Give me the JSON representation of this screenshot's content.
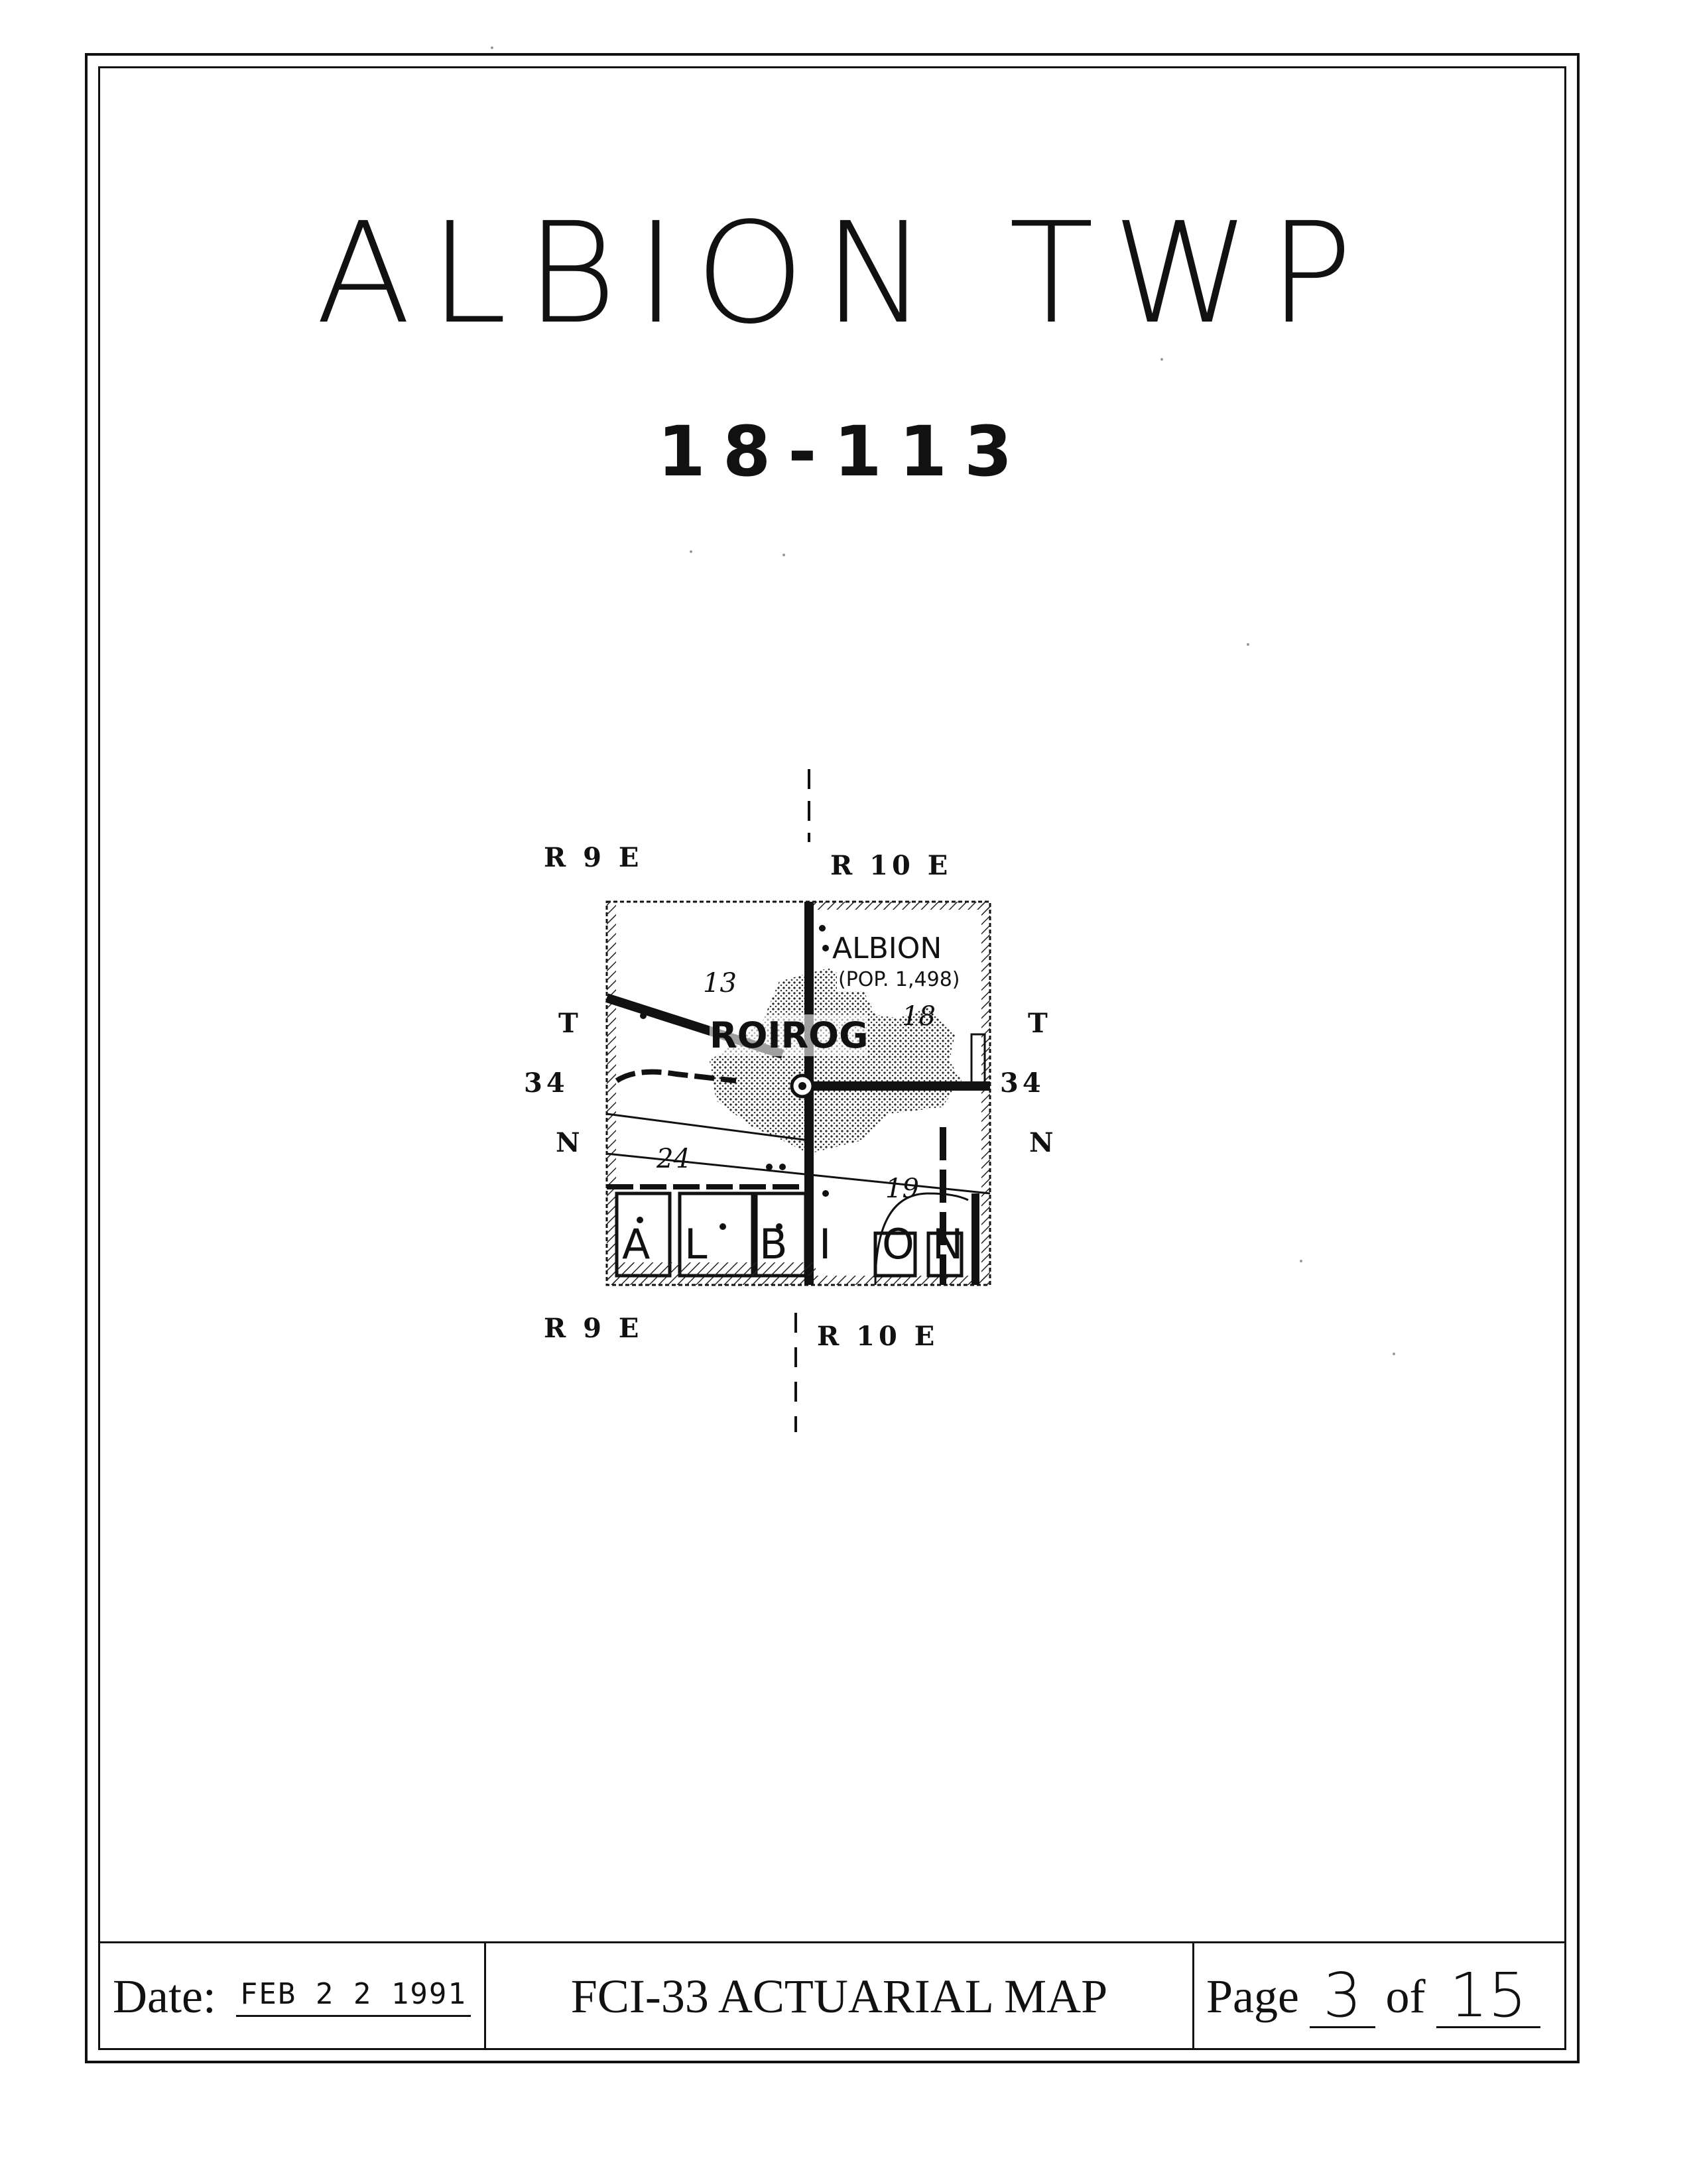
{
  "header": {
    "title": "ALBION TWP",
    "code": "18-113"
  },
  "map": {
    "range_west": "R 9 E",
    "range_east": "R 10 E",
    "township_t": "T",
    "township_num": "34",
    "township_n": "N",
    "place_name": "ALBION",
    "population": "(POP. 1,498)",
    "section_labels": [
      "13",
      "18",
      "24",
      "19"
    ],
    "overlay_text": "ROIROG",
    "town_letters": [
      "A",
      "L",
      "B",
      "I",
      "O",
      "N"
    ]
  },
  "footer": {
    "date_label": "Date:",
    "date_value": "FEB 2 2 1991",
    "form_title": "FCI-33 ACTUARIAL MAP",
    "page_label": "Page",
    "page_number": "3",
    "page_of": "of",
    "page_total": "15"
  }
}
